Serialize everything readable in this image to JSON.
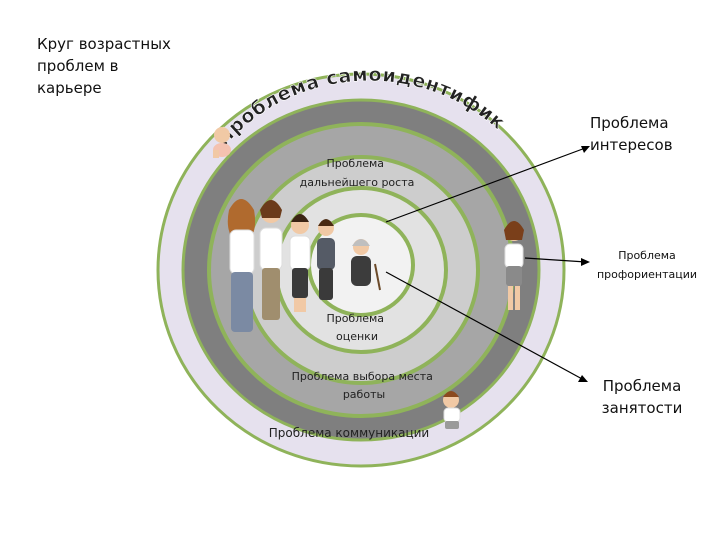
{
  "title": "Круг возрастных\nпроблем в\nкарьере",
  "outer_arc_text": "Проблема самоидентификации",
  "ring_labels": {
    "growth": "Проблема\nдальнейшего роста",
    "evaluation": "Проблема\nоценки",
    "workplace": "Проблема выбора места\nработы",
    "communication": "Проблема коммуникации"
  },
  "side_labels": {
    "interest": "Проблема\nинтересов",
    "orientation": "Проблема\nпрофориентации",
    "employment": "Проблема\nзанятости"
  },
  "colors": {
    "outer_ring": "#e6e1ee",
    "dark_ring": "#7f7f7f",
    "mid_ring": "#a6a6a6",
    "light_ring": "#cdcdcd",
    "lighter_ring": "#e2e2e2",
    "core": "#f2f2f2",
    "green_border": "#8fb35a",
    "arc_text_fill": "#4bacc6",
    "arc_text_stroke": "#ffffff"
  }
}
